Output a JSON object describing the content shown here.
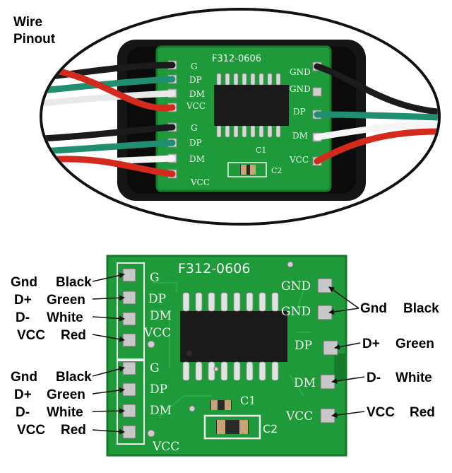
{
  "title": "Wire\nPinout",
  "title_line1": "Wire",
  "title_line2": "Pinout",
  "board": {
    "model": "F312-0606",
    "left_pins": [
      "G",
      "DP",
      "DM",
      "VCC",
      "G",
      "DP",
      "DM",
      "VCC"
    ],
    "right_pins": [
      "GND",
      "GND",
      "DP",
      "DM",
      "VCC"
    ],
    "cap1": "C1",
    "cap2": "C2"
  },
  "left_labels": [
    {
      "signal": "Gnd",
      "color": "Black"
    },
    {
      "signal": "D+",
      "color": "Green"
    },
    {
      "signal": "D-",
      "color": "White"
    },
    {
      "signal": "VCC",
      "color": "Red"
    },
    {
      "signal": "Gnd",
      "color": "Black"
    },
    {
      "signal": "D+",
      "color": "Green"
    },
    {
      "signal": "D-",
      "color": "White"
    },
    {
      "signal": "VCC",
      "color": "Red"
    }
  ],
  "right_labels": [
    {
      "signal": "Gnd",
      "color": "Black"
    },
    {
      "signal": "D+",
      "color": "Green"
    },
    {
      "signal": "D-",
      "color": "White"
    },
    {
      "signal": "VCC",
      "color": "Red"
    }
  ],
  "colors": {
    "pcb": "#1f9a3a",
    "pcb_dark": "#157a2a",
    "silkscreen": "#f2f2f2",
    "chip": "#1a1a1a",
    "wire_black": "#1b1b1b",
    "wire_green": "#1f8f6f",
    "wire_white": "#f5f5f5",
    "wire_red": "#d42a1e",
    "housing": "#111111"
  }
}
